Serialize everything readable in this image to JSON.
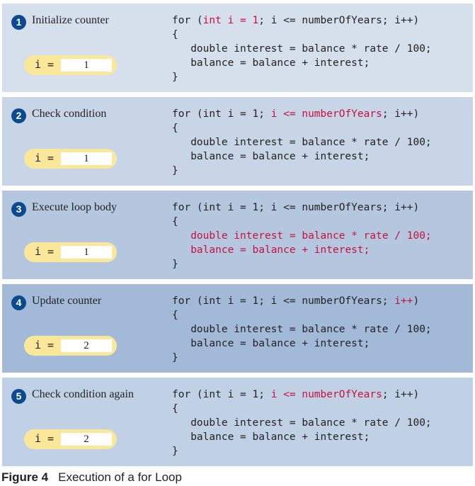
{
  "panels": [
    {
      "num": "1",
      "title": "Initialize counter",
      "var_label": "i =",
      "value": "1",
      "bg": "#d6e0ec",
      "code": [
        [
          {
            "t": "for ("
          },
          {
            "t": "int i = 1",
            "hl": true
          },
          {
            "t": "; i <= numberOfYears; i++)"
          }
        ],
        [
          {
            "t": "{"
          }
        ],
        [
          {
            "t": "   double interest = balance * rate / 100;"
          }
        ],
        [
          {
            "t": "   balance = balance + interest;"
          }
        ],
        [
          {
            "t": "}"
          }
        ]
      ]
    },
    {
      "num": "2",
      "title": "Check condition",
      "var_label": "i =",
      "value": "1",
      "bg": "#c7d5e7",
      "code": [
        [
          {
            "t": "for (int i = 1; "
          },
          {
            "t": "i <= numberOfYears",
            "hl": true
          },
          {
            "t": "; i++)"
          }
        ],
        [
          {
            "t": "{"
          }
        ],
        [
          {
            "t": "   double interest = balance * rate / 100;"
          }
        ],
        [
          {
            "t": "   balance = balance + interest;"
          }
        ],
        [
          {
            "t": "}"
          }
        ]
      ]
    },
    {
      "num": "3",
      "title": "Execute loop body",
      "var_label": "i =",
      "value": "1",
      "bg": "#b5c7df",
      "code": [
        [
          {
            "t": "for (int i = 1; i <= numberOfYears; i++)"
          }
        ],
        [
          {
            "t": "{"
          }
        ],
        [
          {
            "t": "   "
          },
          {
            "t": "double interest = balance * rate / 100;",
            "hl": true
          }
        ],
        [
          {
            "t": "   "
          },
          {
            "t": "balance = balance + interest;",
            "hl": true
          }
        ],
        [
          {
            "t": "}"
          }
        ]
      ]
    },
    {
      "num": "4",
      "title": "Update counter",
      "var_label": "i =",
      "value": "2",
      "bg": "#a3b9d8",
      "code": [
        [
          {
            "t": "for (int i = 1; i <= numberOfYears; "
          },
          {
            "t": "i++",
            "hl": true
          },
          {
            "t": ")"
          }
        ],
        [
          {
            "t": "{"
          }
        ],
        [
          {
            "t": "   double interest = balance * rate / 100;"
          }
        ],
        [
          {
            "t": "   balance = balance + interest;"
          }
        ],
        [
          {
            "t": "}"
          }
        ]
      ]
    },
    {
      "num": "5",
      "title": "Check condition again",
      "var_label": "i =",
      "value": "2",
      "bg": "#c1d1e5",
      "code": [
        [
          {
            "t": "for (int i = 1; "
          },
          {
            "t": "i <= numberOfYears",
            "hl": true
          },
          {
            "t": "; i++)"
          }
        ],
        [
          {
            "t": "{"
          }
        ],
        [
          {
            "t": "   double interest = balance * rate / 100;"
          }
        ],
        [
          {
            "t": "   balance = balance + interest;"
          }
        ],
        [
          {
            "t": "}"
          }
        ]
      ]
    }
  ],
  "caption": {
    "label": "Figure 4",
    "text": "Execution of a for Loop"
  }
}
